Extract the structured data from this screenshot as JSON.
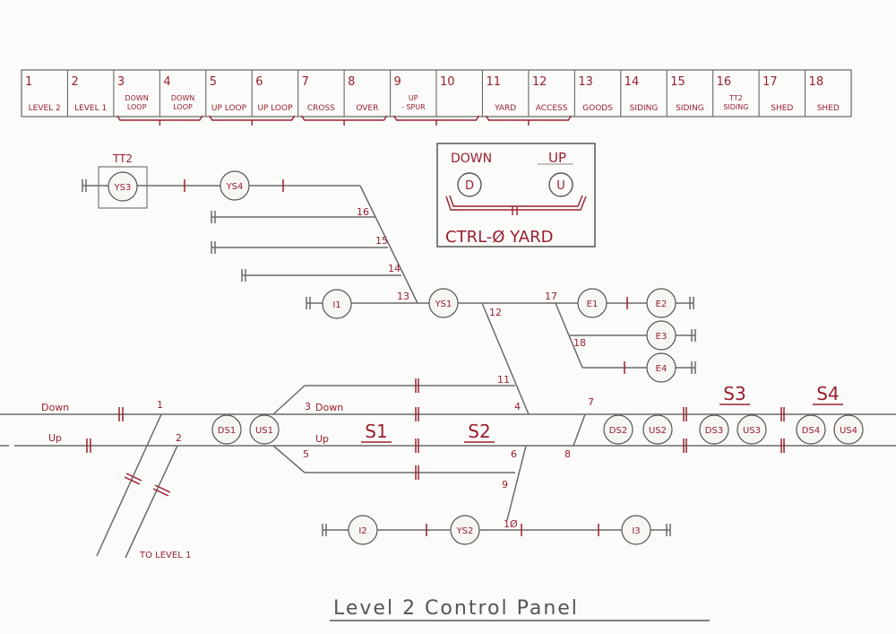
{
  "title": "Level 2 Control Panel",
  "key_panel": [
    {
      "num": "1",
      "label": "LEVEL 2"
    },
    {
      "num": "2",
      "label": "LEVEL 1"
    },
    {
      "num": "3",
      "label": "DOWN LOOP"
    },
    {
      "num": "4",
      "label": "DOWN LOOP"
    },
    {
      "num": "5",
      "label": "UP LOOP"
    },
    {
      "num": "6",
      "label": "UP LOOP"
    },
    {
      "num": "7",
      "label": "CROSS"
    },
    {
      "num": "8",
      "label": "OVER"
    },
    {
      "num": "9",
      "label": "UP - SPUR"
    },
    {
      "num": "10",
      "label": ""
    },
    {
      "num": "11",
      "label": "YARD"
    },
    {
      "num": "12",
      "label": "ACCESS"
    },
    {
      "num": "13",
      "label": "GOODS"
    },
    {
      "num": "14",
      "label": "SIDING"
    },
    {
      "num": "15",
      "label": "SIDING"
    },
    {
      "num": "16",
      "label": "TT2 SIDING"
    },
    {
      "num": "17",
      "label": "SHED"
    },
    {
      "num": "18",
      "label": "SHED"
    }
  ],
  "yard_box": {
    "down_label": "DOWN",
    "up_label": "UP",
    "down_button": "D",
    "up_button": "U",
    "caption": "CTRL-Ø YARD"
  },
  "signals": {
    "ys3": "YS3",
    "ys4": "YS4",
    "tt2": "TT2",
    "i1": "I1",
    "ys1": "YS1",
    "e1": "E1",
    "e2": "E2",
    "e3": "E3",
    "e4": "E4",
    "ds1": "DS1",
    "us1": "US1",
    "ds2": "DS2",
    "us2": "US2",
    "ds3": "DS3",
    "us3": "US3",
    "ds4": "DS4",
    "us4": "US4",
    "i2": "I2",
    "ys2": "YS2",
    "i3": "I3"
  },
  "sections": {
    "s1": "S1",
    "s2": "S2",
    "s3": "S3",
    "s4": "S4"
  },
  "points": {
    "p1": "1",
    "p2": "2",
    "p3": "3",
    "p4": "4",
    "p5": "5",
    "p6": "6",
    "p7": "7",
    "p8": "8",
    "p9": "9",
    "p10": "1Ø",
    "p11": "11",
    "p12": "12",
    "p13": "13",
    "p14": "14",
    "p15": "15",
    "p16": "16",
    "p17": "17",
    "p18": "18"
  },
  "line_labels": {
    "down": "Down",
    "up": "Up",
    "down_loop": "Down",
    "up_loop": "Up",
    "to_level1": "TO LEVEL 1"
  }
}
